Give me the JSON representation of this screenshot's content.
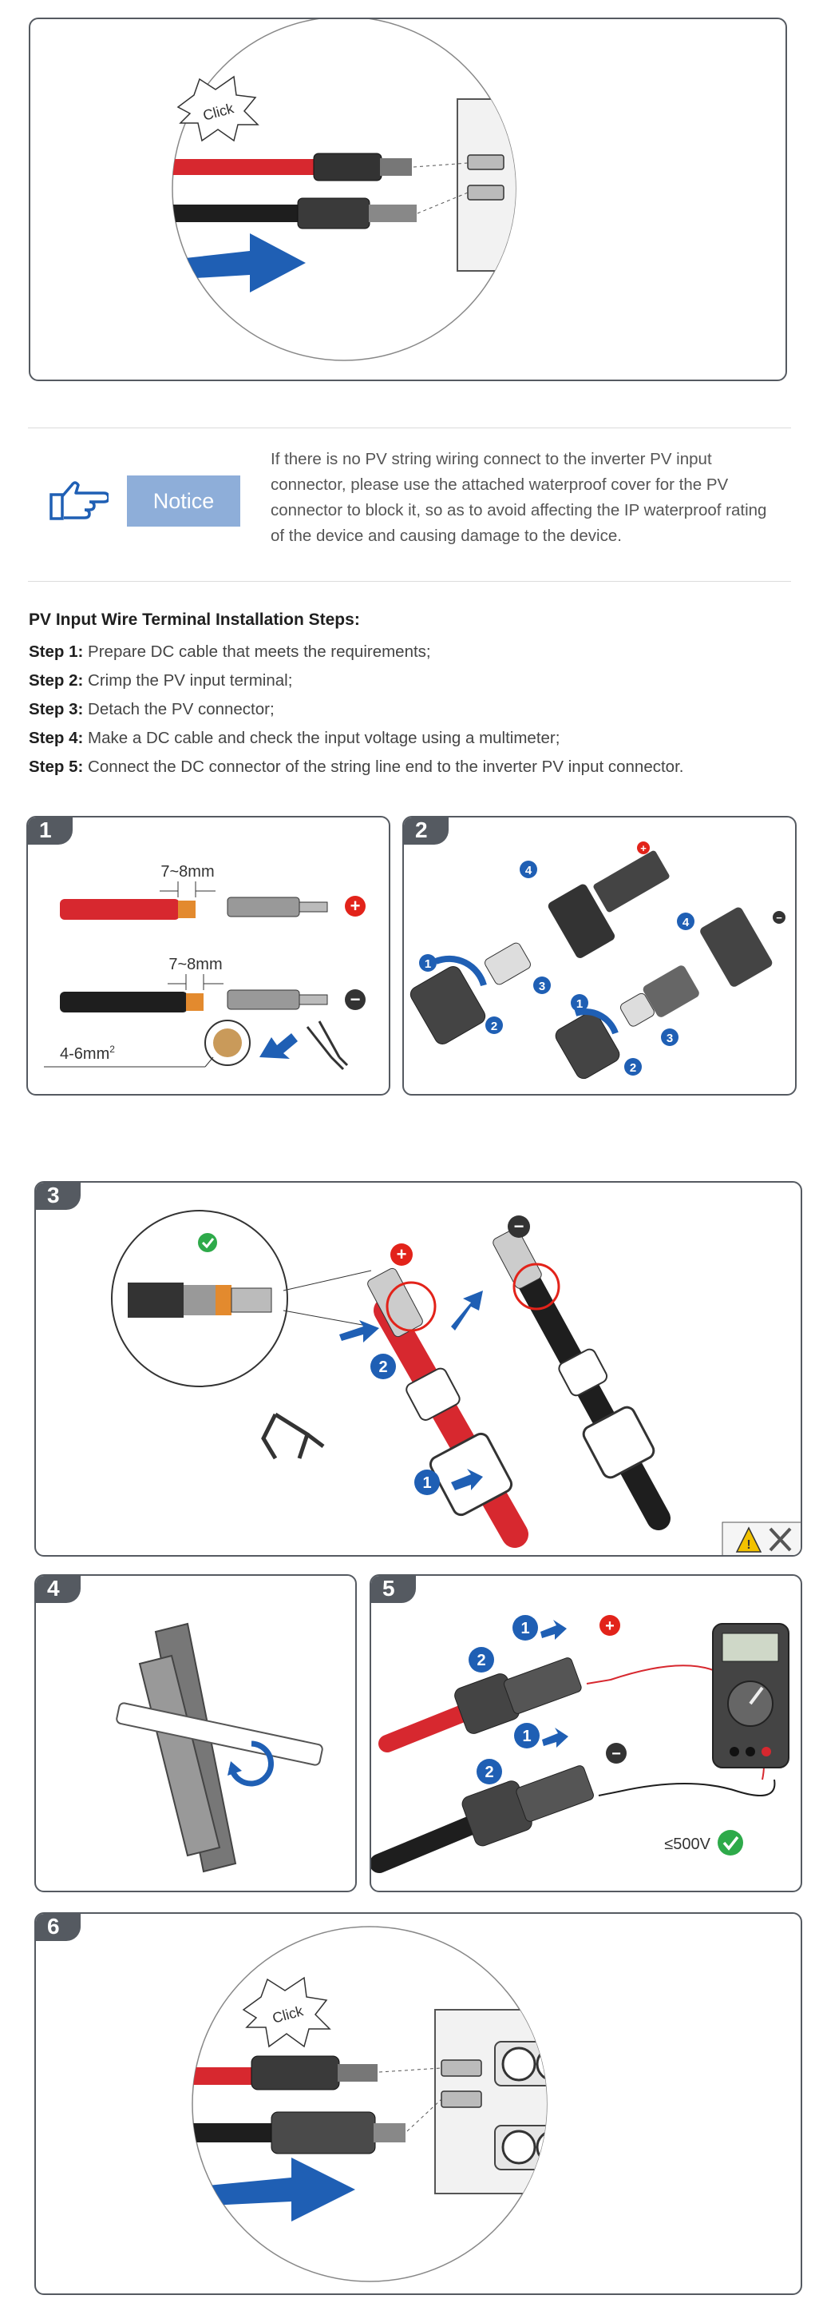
{
  "top_figure": {
    "click_label": "Click"
  },
  "notice": {
    "icon": "pointing-hand-icon",
    "label": "Notice",
    "text": "If there is no PV string wiring connect to the inverter PV input connector, please use the attached waterproof cover for the PV connector to block it, so as to avoid affecting the IP waterproof rating of the device and causing damage to the device."
  },
  "steps_section": {
    "title": "PV Input Wire Terminal Installation Steps:",
    "steps": [
      {
        "label": "Step 1:",
        "text": " Prepare DC cable that meets the requirements;"
      },
      {
        "label": "Step 2:",
        "text": " Crimp the PV input terminal;"
      },
      {
        "label": "Step 3:",
        "text": " Detach the PV connector;"
      },
      {
        "label": "Step 4:",
        "text": " Make a DC cable and check the input voltage using a multimeter;"
      },
      {
        "label": "Step 5:",
        "text": " Connect the DC connector of the string line end to the inverter PV input connector."
      }
    ]
  },
  "figures": {
    "fig1": {
      "number": "1",
      "strip_length_top": "7~8mm",
      "strip_length_bottom": "7~8mm",
      "cross_section": "4-6mm",
      "cross_section_exp": "2",
      "plus": "+",
      "minus": "−"
    },
    "fig2": {
      "number": "2",
      "callouts": [
        "1",
        "2",
        "3",
        "4",
        "1",
        "2",
        "3",
        "4"
      ],
      "plus": "+",
      "minus": "−"
    },
    "fig3": {
      "number": "3",
      "callouts": [
        "1",
        "2"
      ],
      "plus": "+",
      "minus": "−"
    },
    "fig4": {
      "number": "4"
    },
    "fig5": {
      "number": "5",
      "callouts": [
        "1",
        "2",
        "1",
        "2"
      ],
      "plus": "+",
      "minus": "−",
      "voltage_limit": "≤500V"
    },
    "fig6": {
      "number": "6",
      "click_label": "Click"
    }
  },
  "colors": {
    "panel_border": "#555a61",
    "notice_blue": "#8eaed9",
    "callout_blue": "#1f5fb4",
    "plus_red": "#e2231a",
    "minus_dark": "#333333",
    "check_green": "#2eaa4a",
    "cable_red": "#d7282f"
  }
}
